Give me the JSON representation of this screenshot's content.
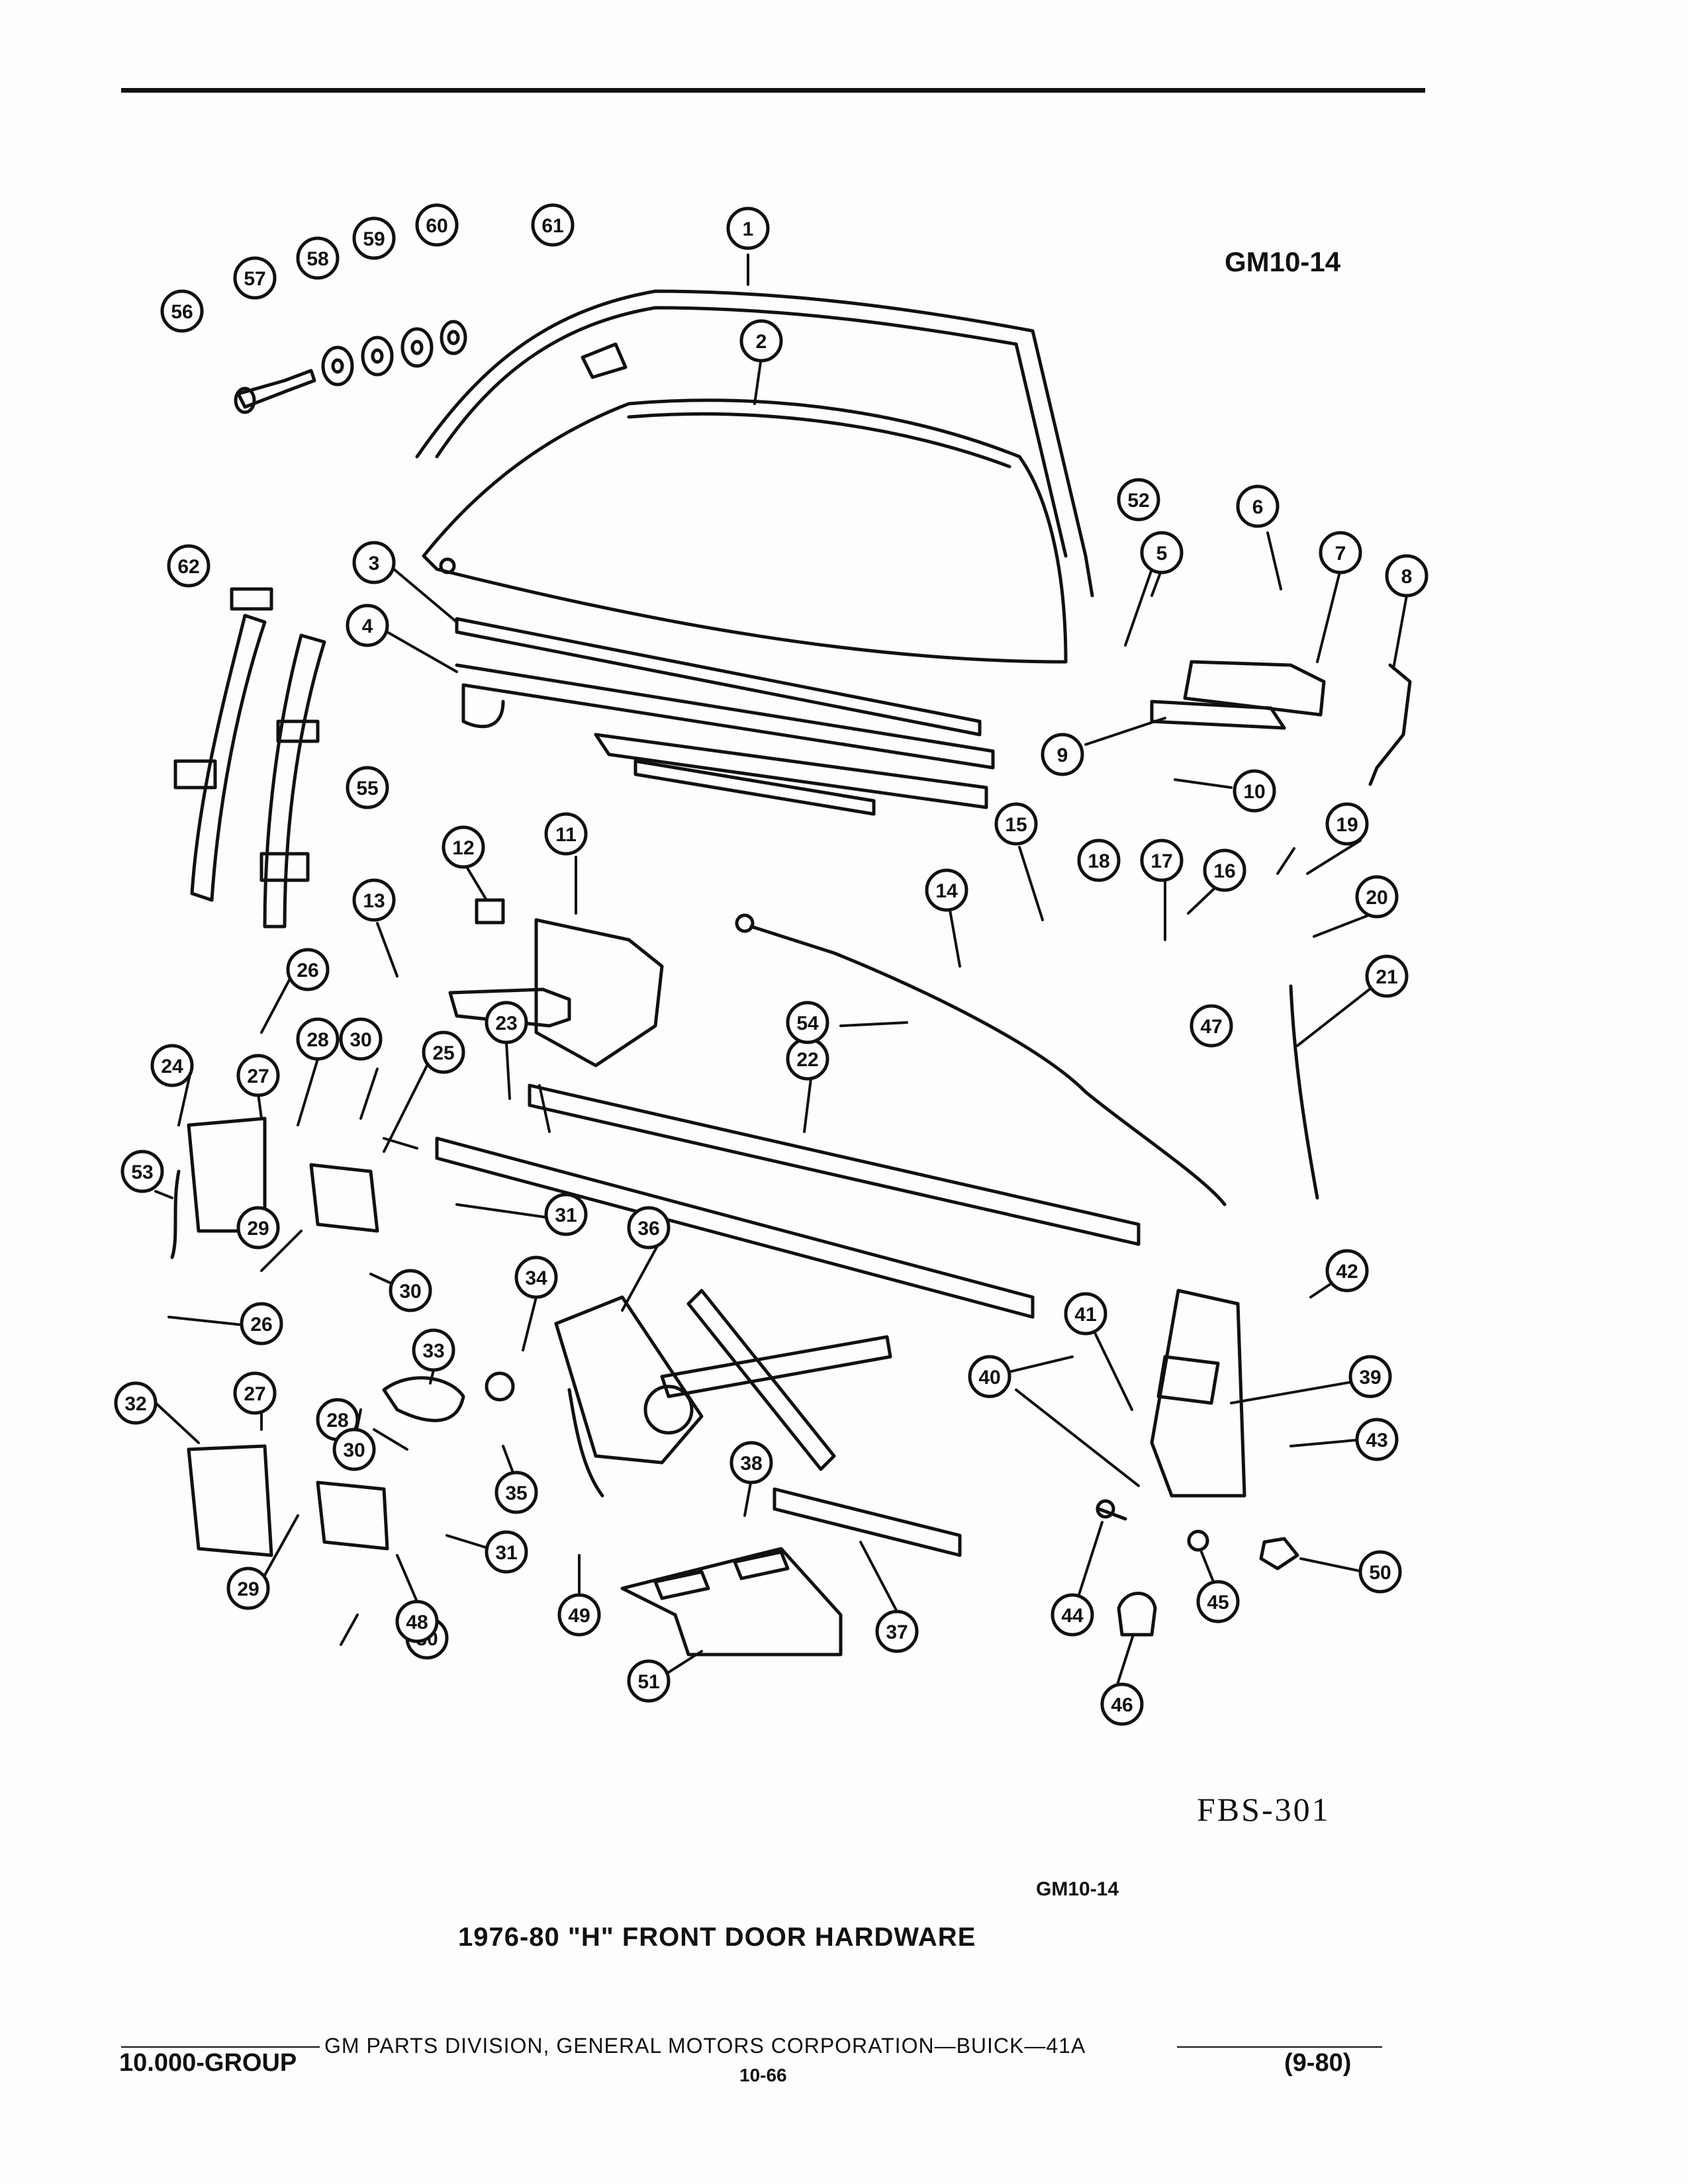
{
  "header": {
    "diagram_code_top": "GM10-14"
  },
  "callouts": [
    "1",
    "2",
    "3",
    "4",
    "5",
    "6",
    "7",
    "8",
    "9",
    "10",
    "11",
    "12",
    "13",
    "14",
    "15",
    "16",
    "17",
    "18",
    "19",
    "20",
    "21",
    "22",
    "23",
    "24",
    "25",
    "26",
    "26",
    "27",
    "27",
    "28",
    "28",
    "29",
    "29",
    "30",
    "30",
    "30",
    "30",
    "31",
    "31",
    "32",
    "33",
    "34",
    "35",
    "36",
    "37",
    "38",
    "39",
    "40",
    "41",
    "42",
    "43",
    "44",
    "45",
    "46",
    "47",
    "48",
    "49",
    "50",
    "51",
    "52",
    "53",
    "54",
    "55",
    "56",
    "57",
    "58",
    "59",
    "60",
    "61",
    "62"
  ],
  "illustration_ref": "FBS-301",
  "caption": {
    "code": "GM10-14",
    "title": "1976-80 \"H\" FRONT DOOR HARDWARE"
  },
  "footer": {
    "corporation": "GM PARTS DIVISION, GENERAL MOTORS CORPORATION—BUICK—41A",
    "group": "10.000-GROUP",
    "page_number": "10-66",
    "revision_date": "(9-80)"
  },
  "colors": {
    "ink": "#111111",
    "paper": "#fdfdfc"
  }
}
